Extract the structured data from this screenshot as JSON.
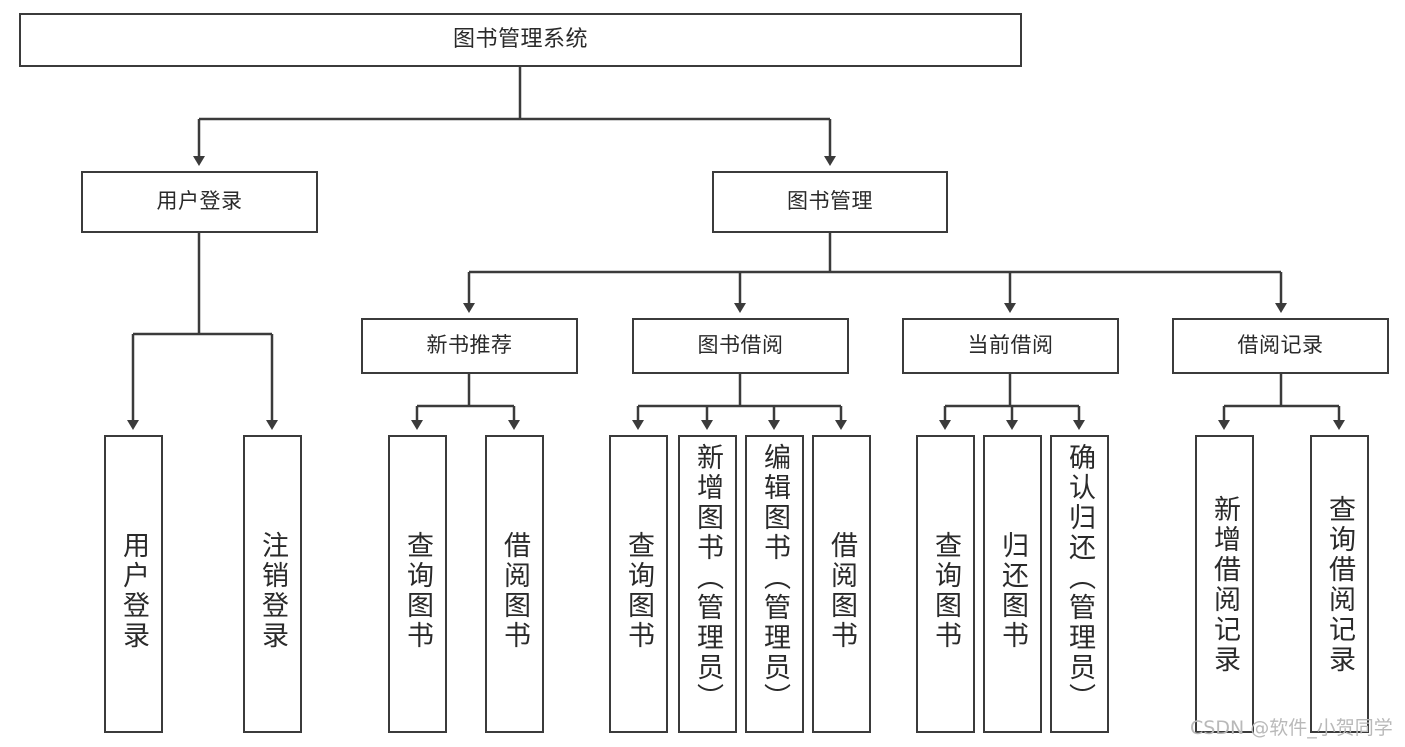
{
  "diagram": {
    "title": "图书管理系统",
    "stroke_color": "#3b3b3b",
    "text_color": "#2a2a2a",
    "background": "#ffffff"
  },
  "nodes": {
    "root": {
      "label": "图书管理系统"
    },
    "level1": [
      {
        "label": "用户登录"
      },
      {
        "label": "图书管理"
      }
    ],
    "level2": [
      {
        "label": "新书推荐"
      },
      {
        "label": "图书借阅"
      },
      {
        "label": "当前借阅"
      },
      {
        "label": "借阅记录"
      }
    ],
    "leaves_user_login": [
      {
        "label": "用户登录"
      },
      {
        "label": "注销登录"
      }
    ],
    "leaves_new_book": [
      {
        "label": "查询图书"
      },
      {
        "label": "借阅图书"
      }
    ],
    "leaves_borrow": [
      {
        "label": "查询图书"
      },
      {
        "label": "新增图书（管理员）"
      },
      {
        "label": "编辑图书（管理员）"
      },
      {
        "label": "借阅图书"
      }
    ],
    "leaves_current": [
      {
        "label": "查询图书"
      },
      {
        "label": "归还图书"
      },
      {
        "label": "确认归还（管理员）"
      }
    ],
    "leaves_record": [
      {
        "label": "新增借阅记录"
      },
      {
        "label": "查询借阅记录"
      }
    ]
  },
  "watermark": {
    "text": "CSDN @软件_小贺同学"
  }
}
